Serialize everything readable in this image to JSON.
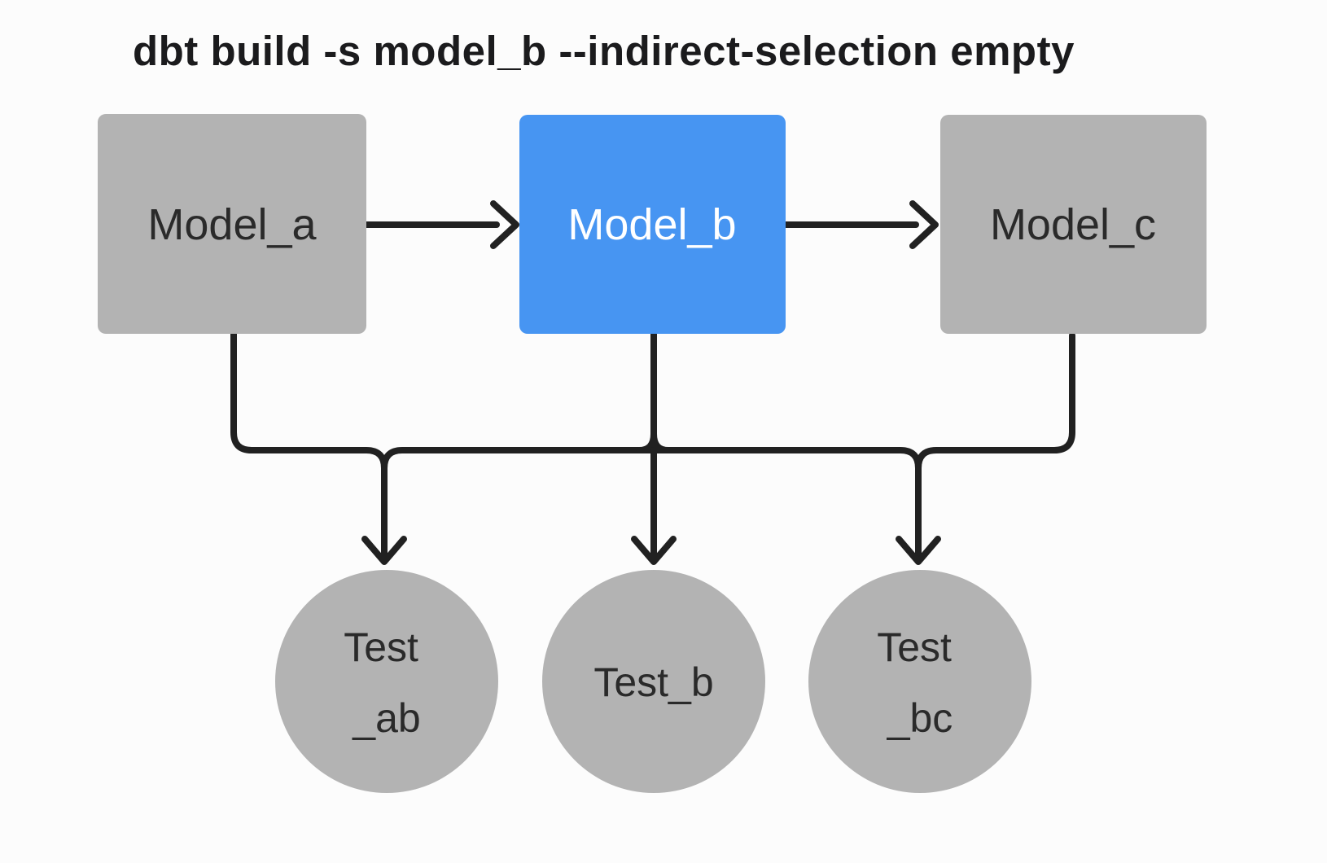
{
  "title": "dbt build -s model_b --indirect-selection empty",
  "colors": {
    "background": "#fcfcfc",
    "node_default": "#b3b3b3",
    "node_selected": "#4795f2",
    "edge": "#212121",
    "label_dark": "#2a2a2a",
    "label_light": "#ffffff",
    "title_text": "#1b1b1d"
  },
  "nodes": {
    "model_a": {
      "label": "Model_a",
      "kind": "model",
      "selected": false
    },
    "model_b": {
      "label": "Model_b",
      "kind": "model",
      "selected": true
    },
    "model_c": {
      "label": "Model_c",
      "kind": "model",
      "selected": false
    },
    "test_ab": {
      "line1": "Test",
      "line2": "_ab",
      "kind": "test",
      "selected": false
    },
    "test_b": {
      "label": "Test_b",
      "kind": "test",
      "selected": false
    },
    "test_bc": {
      "line1": "Test",
      "line2": "_bc",
      "kind": "test",
      "selected": false
    }
  },
  "edges": [
    {
      "from": "model_a",
      "to": "model_b"
    },
    {
      "from": "model_b",
      "to": "model_c"
    },
    {
      "from": "model_a",
      "to": "test_ab"
    },
    {
      "from": "model_b",
      "to": "test_ab"
    },
    {
      "from": "model_b",
      "to": "test_b"
    },
    {
      "from": "model_b",
      "to": "test_bc"
    },
    {
      "from": "model_c",
      "to": "test_bc"
    }
  ]
}
